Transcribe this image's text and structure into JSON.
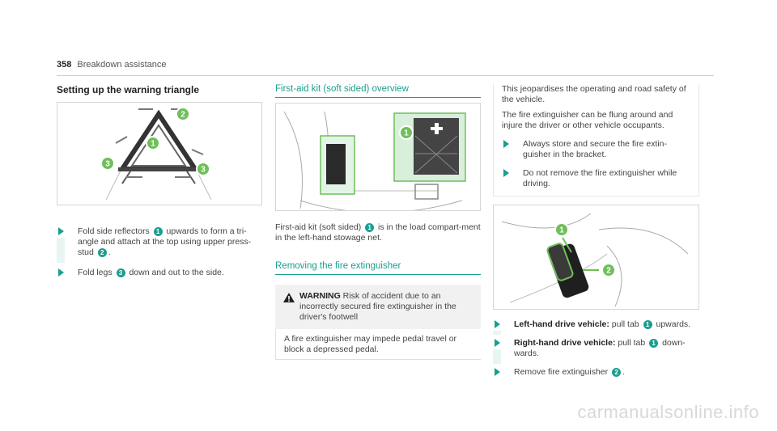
{
  "header": {
    "page_number": "358",
    "section": "Breakdown assistance"
  },
  "col1": {
    "heading": "Setting up the warning triangle",
    "figure_callouts": [
      "1",
      "2",
      "3",
      "3"
    ],
    "steps": [
      {
        "pre": "Fold side reflectors",
        "badge": "1",
        "mid": "upwards to form a tri-angle and attach at the top using upper press-stud",
        "badge2": "2",
        "post": "."
      },
      {
        "pre": "Fold legs",
        "badge": "3",
        "post": "down and out to the side."
      }
    ]
  },
  "col2": {
    "heading": "First-aid kit (soft sided) overview",
    "figure_callouts": [
      "1"
    ],
    "para_pre": "First-aid kit (soft sided)",
    "para_badge": "1",
    "para_post": "is in the load compart-ment in the left-hand stowage net.",
    "heading2": "Removing the fire extinguisher",
    "warning": {
      "title": "WARNING",
      "text": "Risk of accident due to an incorrectly secured fire extinguisher in the driver's footwell",
      "lower": "A fire extinguisher may impede pedal travel or block a depressed pedal."
    }
  },
  "col3": {
    "para": "This jeopardises the operating and road safety of the vehicle.",
    "para2": "The fire extinguisher can be flung around and injure the driver or other vehicle occupants.",
    "steps_top": [
      {
        "text": "Always store and secure the fire extin-guisher in the bracket."
      },
      {
        "text": "Do not remove the fire extinguisher while driving."
      }
    ],
    "figure_callouts": [
      "1",
      "2"
    ],
    "steps": [
      {
        "strong": "Left-hand drive vehicle:",
        "pre": "pull tab",
        "badge": "1",
        "post": "upwards."
      },
      {
        "strong": "Right-hand drive vehicle:",
        "pre": "pull tab",
        "badge": "1",
        "post": "down-wards."
      },
      {
        "pre": "Remove fire extinguisher",
        "badge": "2",
        "post": "."
      }
    ]
  },
  "watermark": "carmanualsonline.info",
  "colors": {
    "accent": "#1a9e8f",
    "callout_green": "#6fbf5a"
  }
}
